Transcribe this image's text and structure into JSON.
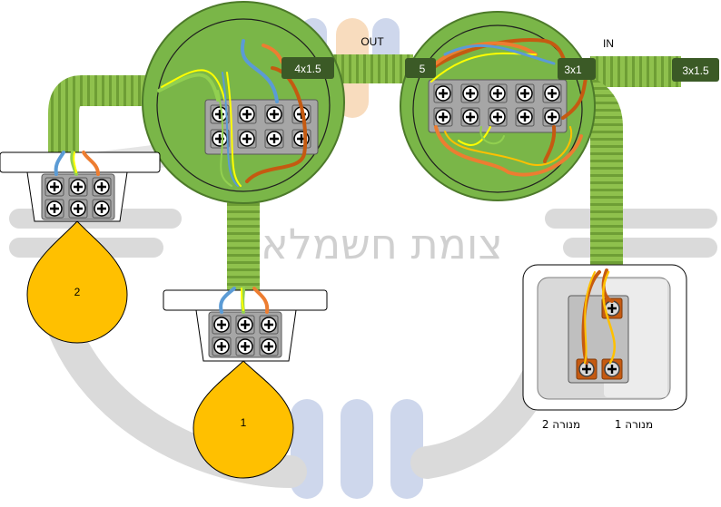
{
  "watermark": {
    "text": "צומת חשמלאים"
  },
  "labels": {
    "out": "OUT",
    "in": "IN"
  },
  "cables": {
    "left_box_tag": "4x1.5",
    "right_box_left_tag": "5",
    "right_box_right_tag": "3x1",
    "feed_tag": "3x1.5"
  },
  "lamps": {
    "lamp_1": "1",
    "lamp_2": "2"
  },
  "switch": {
    "label_1": "מנורה 1",
    "label_2": "מנורה 2"
  },
  "colors": {
    "junction_green": "#7ab648",
    "junction_dark": "#4d7a2a",
    "conduit": "#8fc14d",
    "lamp_yellow": "#ffc000",
    "tag_bg": "#3b5a26",
    "wire_blue": "#5b9bd5",
    "wire_brown": "#c55a11",
    "wire_yellow": "#ffff00",
    "wire_green": "#92d050",
    "wire_orange": "#ed7d31"
  }
}
